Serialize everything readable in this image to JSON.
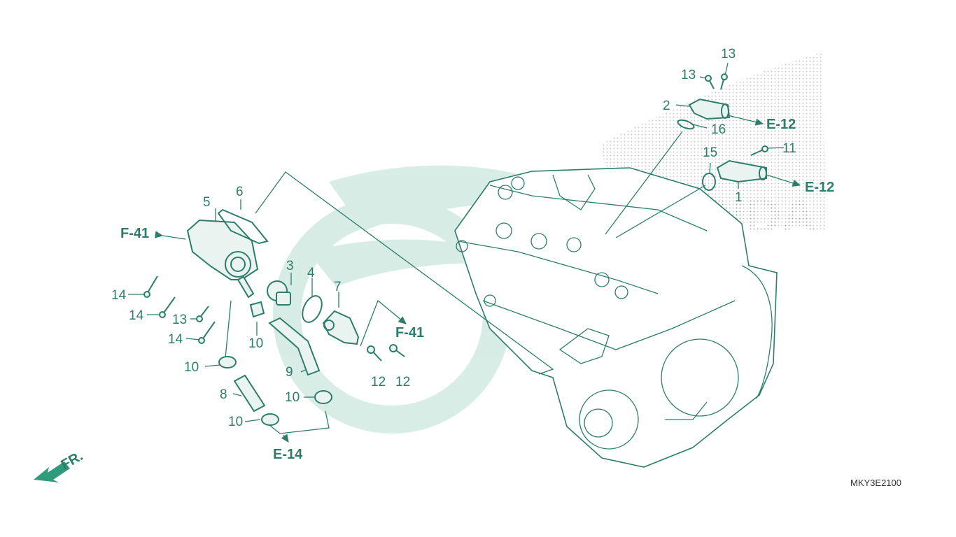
{
  "diagram_code": "MKY3E2100",
  "front_marker": "FR.",
  "accent_color": "#2e7d6b",
  "callouts": [
    {
      "id": "c-13a",
      "text": "13"
    },
    {
      "id": "c-13b",
      "text": "13"
    },
    {
      "id": "c-2",
      "text": "2"
    },
    {
      "id": "c-16",
      "text": "16"
    },
    {
      "id": "c-11",
      "text": "11"
    },
    {
      "id": "c-15",
      "text": "15"
    },
    {
      "id": "c-1",
      "text": "1"
    },
    {
      "id": "c-6",
      "text": "6"
    },
    {
      "id": "c-5",
      "text": "5"
    },
    {
      "id": "c-3",
      "text": "3"
    },
    {
      "id": "c-4",
      "text": "4"
    },
    {
      "id": "c-7",
      "text": "7"
    },
    {
      "id": "c-14a",
      "text": "14"
    },
    {
      "id": "c-14b",
      "text": "14"
    },
    {
      "id": "c-13c",
      "text": "13"
    },
    {
      "id": "c-14c",
      "text": "14"
    },
    {
      "id": "c-10a",
      "text": "10"
    },
    {
      "id": "c-10b",
      "text": "10"
    },
    {
      "id": "c-9",
      "text": "9"
    },
    {
      "id": "c-8",
      "text": "8"
    },
    {
      "id": "c-10c",
      "text": "10"
    },
    {
      "id": "c-10d",
      "text": "10"
    },
    {
      "id": "c-12a",
      "text": "12"
    },
    {
      "id": "c-12b",
      "text": "12"
    }
  ],
  "references": [
    {
      "id": "r-e12a",
      "text": "E-12"
    },
    {
      "id": "r-e12b",
      "text": "E-12"
    },
    {
      "id": "r-f41a",
      "text": "F-41"
    },
    {
      "id": "r-f41b",
      "text": "F-41"
    },
    {
      "id": "r-e14",
      "text": "E-14"
    }
  ]
}
